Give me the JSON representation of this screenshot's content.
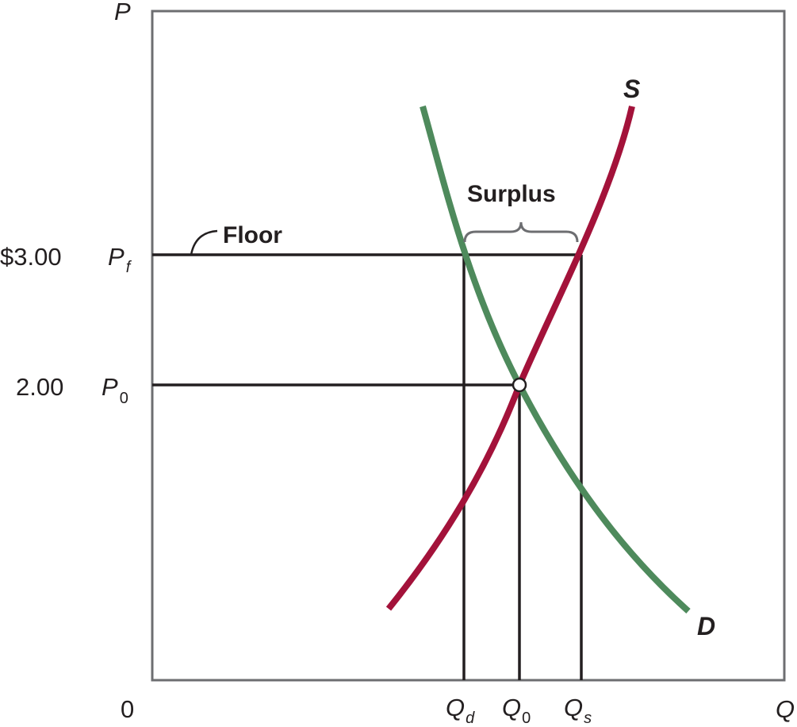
{
  "chart_data": {
    "type": "line",
    "title": "",
    "x_axis": {
      "label": "Q",
      "origin_label": "0"
    },
    "y_axis": {
      "label": "P"
    },
    "price_levels": [
      {
        "id": "floor",
        "value": 3.0,
        "value_label": "$3.00",
        "symbol": "P",
        "subscript": "f"
      },
      {
        "id": "equilibrium",
        "value": 2.0,
        "value_label": "2.00",
        "symbol": "P",
        "subscript": "0"
      }
    ],
    "quantity_levels": [
      {
        "id": "qd",
        "symbol": "Q",
        "subscript": "d"
      },
      {
        "id": "q0",
        "symbol": "Q",
        "subscript": "0"
      },
      {
        "id": "qs",
        "symbol": "Q",
        "subscript": "s"
      }
    ],
    "curves": [
      {
        "id": "supply",
        "name": "S",
        "color": "#a3123a"
      },
      {
        "id": "demand",
        "name": "D",
        "color": "#4e8a5c"
      }
    ],
    "annotations": {
      "floor_label": "Floor",
      "surplus_label": "Surplus"
    },
    "colors": {
      "axis": "#6d6e71",
      "guide": "#231f20",
      "brace": "#6d6e71"
    }
  }
}
